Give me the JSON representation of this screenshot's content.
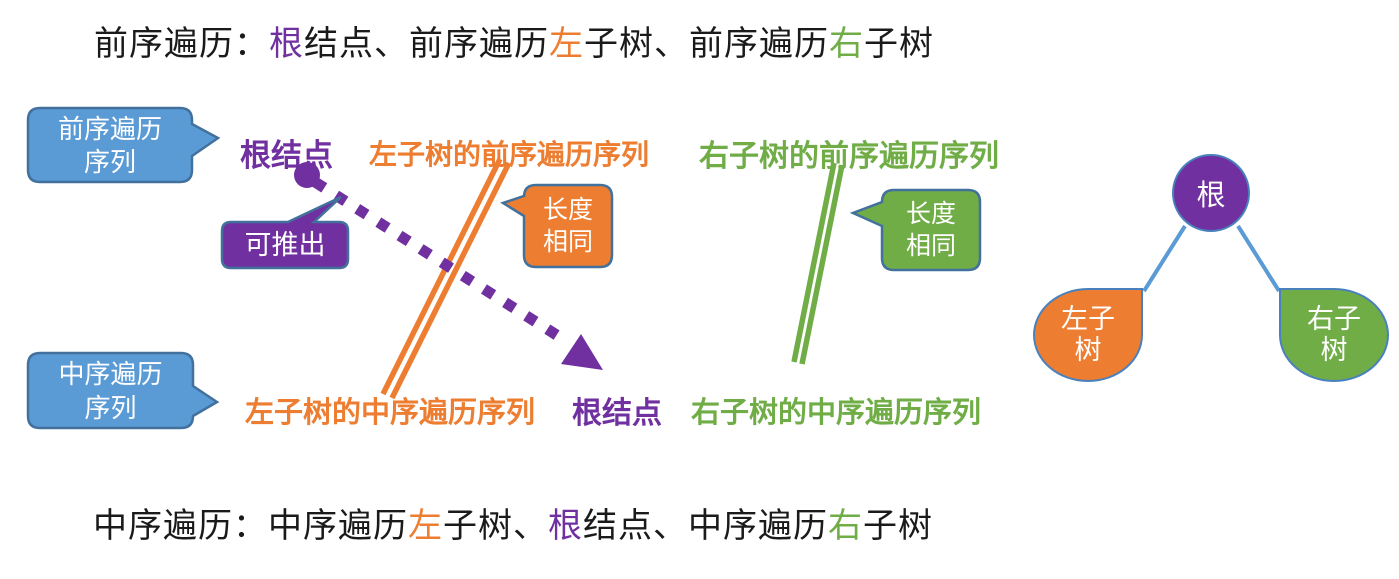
{
  "theme": {
    "purple": "#7030A0",
    "orange": "#ED7D31",
    "green": "#70AD47",
    "blue": "#5B9BD5",
    "bubble_border": "#41719C",
    "node_border": "#4981BE",
    "connector": "#5B9BD5",
    "text": "#1A1A1A"
  },
  "sentences": {
    "preorder": {
      "s0": "前序遍历：",
      "s1": "根",
      "s2": "结点、前序遍历",
      "s3": "左",
      "s4": "子树、前序遍历",
      "s5": "右",
      "s6": "子树"
    },
    "inorder": {
      "s0": "中序遍历：中序遍历",
      "s1": "左",
      "s2": "子树、",
      "s3": "根",
      "s4": "结点、中序遍历",
      "s5": "右",
      "s6": "子树"
    }
  },
  "callouts": {
    "preorder_seq": {
      "line1": "前序遍历",
      "line2": "序列"
    },
    "inorder_seq": {
      "line1": "中序遍历",
      "line2": "序列"
    },
    "deduce": {
      "label": "可推出"
    },
    "same_length_left": {
      "line1": "长度",
      "line2": "相同"
    },
    "same_length_right": {
      "line1": "长度",
      "line2": "相同"
    }
  },
  "labels": {
    "root_top": "根结点",
    "left_preorder": "左子树的前序遍历序列",
    "right_preorder": "右子树的前序遍历序列",
    "left_inorder": "左子树的中序遍历序列",
    "root_bottom": "根结点",
    "right_inorder": "右子树的中序遍历序列"
  },
  "tree": {
    "root": "根",
    "left": "左子树",
    "right": "右子树"
  }
}
